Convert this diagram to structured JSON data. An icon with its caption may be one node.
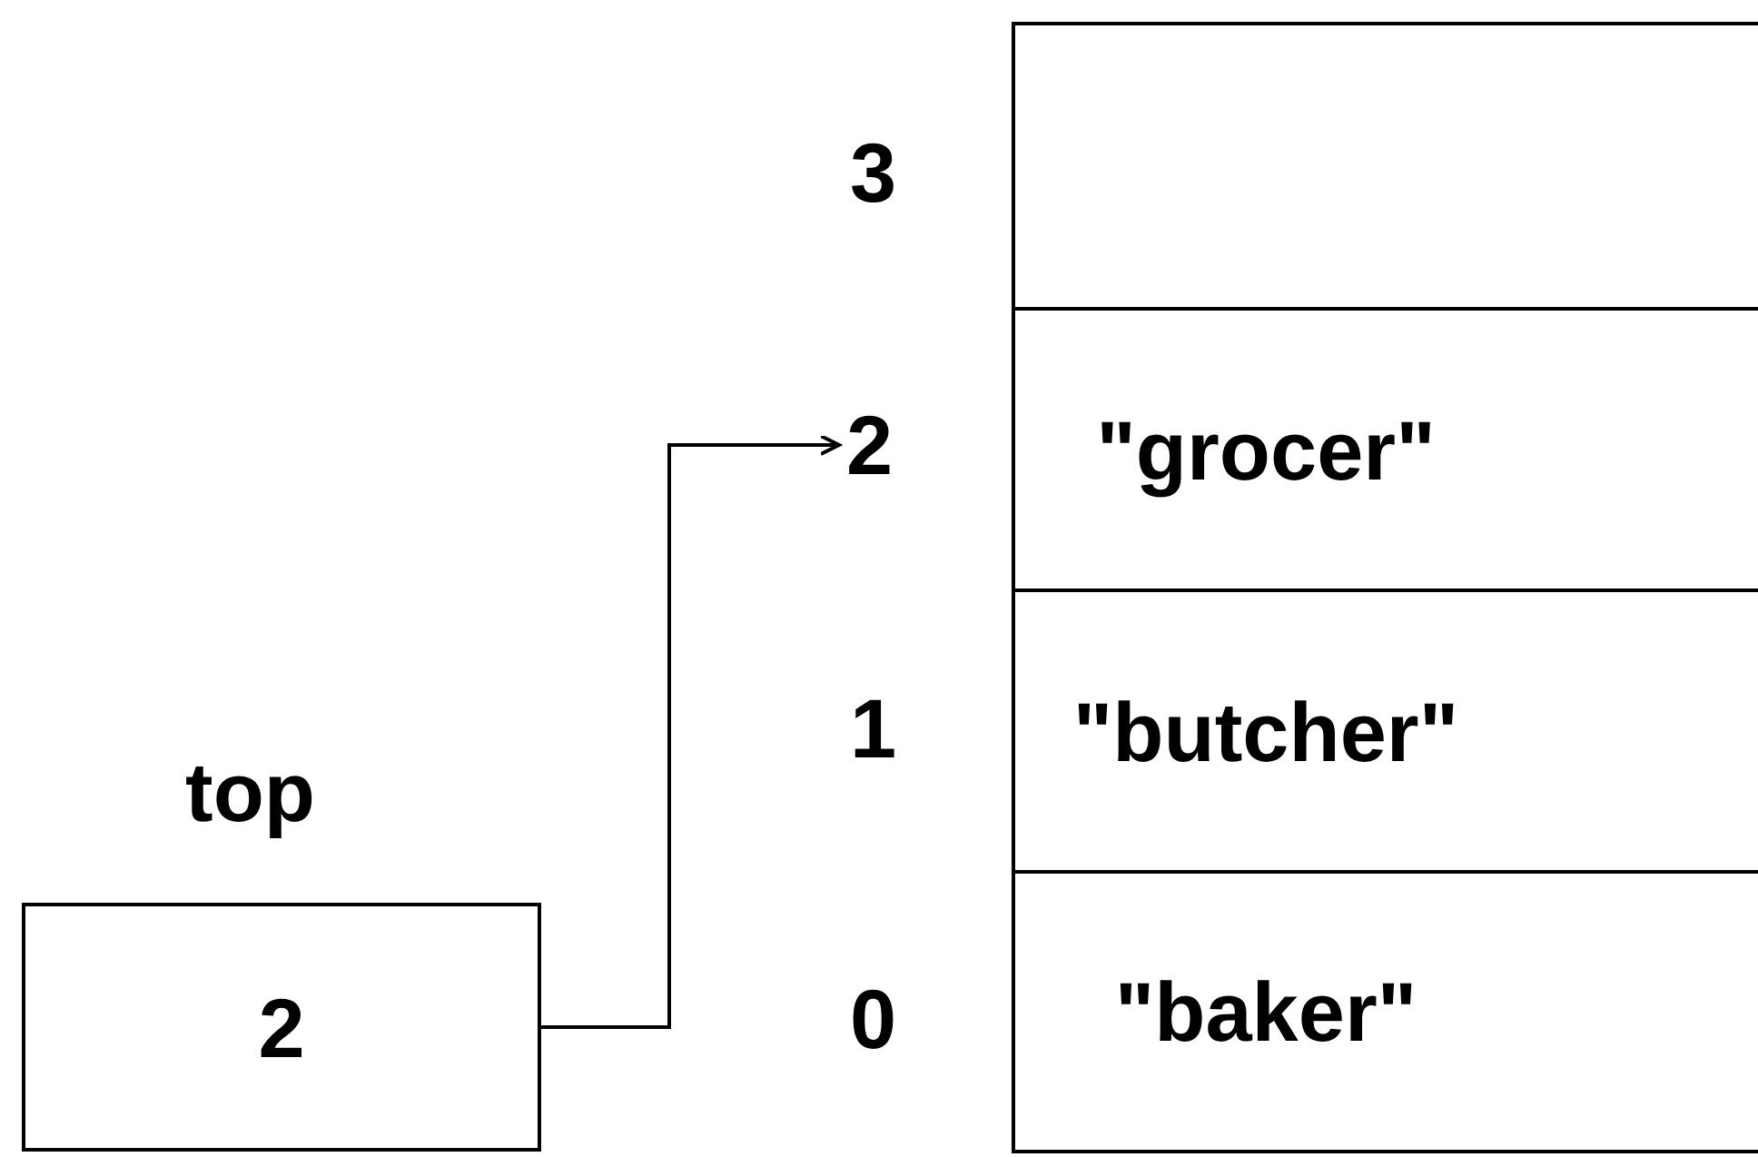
{
  "diagram": {
    "nodes": [
      {
        "text": [
          "top",
          "2"
        ]
      },
      {
        "text": [
          "2"
        ]
      },
      {
        "text": [],
        "shape": "box"
      },
      {
        "text": [
          "\"grocer\""
        ]
      },
      {
        "text": [
          "\"butcher\""
        ]
      },
      {
        "text": [
          "\"baker\""
        ]
      }
    ],
    "edges": [
      {
        "from": 0,
        "to": 1,
        "arrow": "to"
      }
    ],
    "labels": [
      "3",
      "1",
      "0"
    ]
  }
}
